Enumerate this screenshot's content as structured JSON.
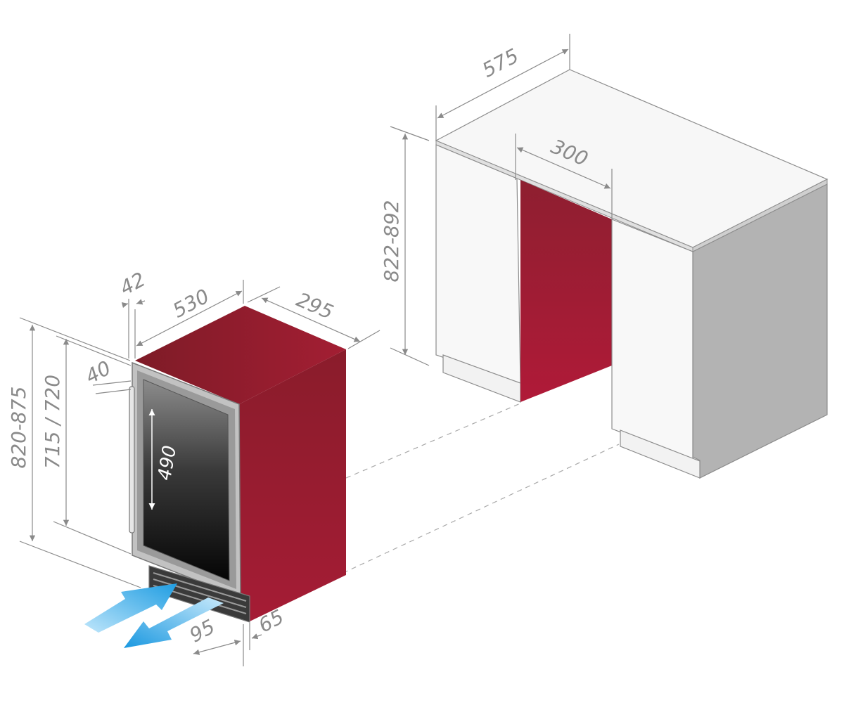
{
  "colors": {
    "body_red": "#9b1f2e",
    "body_red_dark": "#7d1a26",
    "cabinet_white": "#f6f6f6",
    "cabinet_side": "#b0b0b0",
    "dimension_line": "#8a8a8a",
    "airflow_blue": "#29a3e3",
    "door_frame": "#b8b8b8",
    "glass_black": "#0e0e0e"
  },
  "icons": {
    "airflow_in": "airflow-in-arrow-icon",
    "airflow_out": "airflow-out-arrow-icon"
  },
  "dimensions": {
    "cabinet_depth": "575",
    "niche_width": "300",
    "counter_height": "822-892",
    "cooler_width": "295",
    "cooler_depth": "530",
    "handle_depth": "42",
    "door_offset": "40",
    "total_height": "820-875",
    "body_height": "715 / 720",
    "glass_height": "490",
    "vent_depth": "95",
    "base_offset": "65"
  }
}
